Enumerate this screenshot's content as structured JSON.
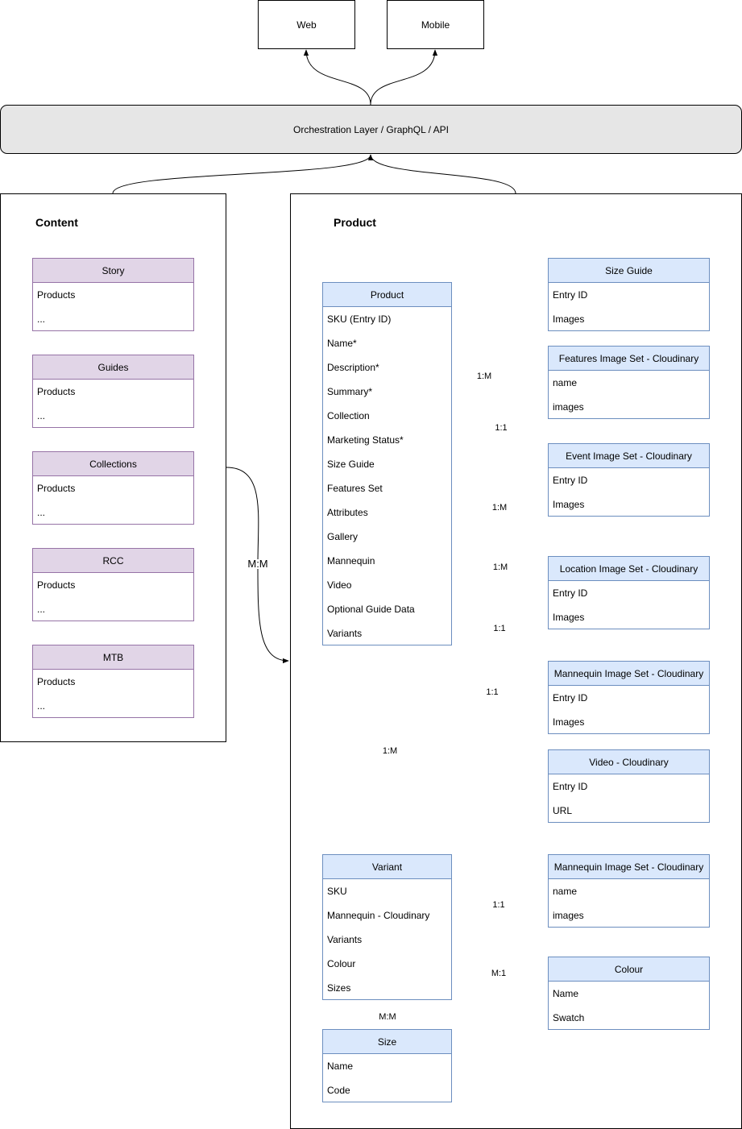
{
  "clients": {
    "web": "Web",
    "mobile": "Mobile"
  },
  "orchestration": "Orchestration Layer / GraphQL / API",
  "content": {
    "title": "Content",
    "entities": [
      {
        "title": "Story",
        "fields": [
          "Products",
          "..."
        ]
      },
      {
        "title": "Guides",
        "fields": [
          "Products",
          "..."
        ]
      },
      {
        "title": "Collections",
        "fields": [
          "Products",
          "..."
        ]
      },
      {
        "title": "RCC",
        "fields": [
          "Products",
          "..."
        ]
      },
      {
        "title": "MTB",
        "fields": [
          "Products",
          "..."
        ]
      }
    ]
  },
  "product_area": {
    "title": "Product"
  },
  "product": {
    "title": "Product",
    "fields": [
      "SKU (Entry ID)",
      "Name*",
      "Description*",
      "Summary*",
      "Collection",
      "Marketing Status*",
      "Size Guide",
      "Features Set",
      "Attributes",
      "Gallery",
      "Mannequin",
      "Video",
      "Optional Guide Data",
      "Variants"
    ]
  },
  "variant": {
    "title": "Variant",
    "fields": [
      "SKU",
      "Mannequin - Cloudinary",
      "Variants",
      "Colour",
      "Sizes"
    ]
  },
  "size": {
    "title": "Size",
    "fields": [
      "Name",
      "Code"
    ]
  },
  "side_entities": {
    "size_guide": {
      "title": "Size Guide",
      "fields": [
        "Entry ID",
        "Images"
      ]
    },
    "features_set": {
      "title": "Features Image Set - Cloudinary",
      "fields": [
        "name",
        "images"
      ]
    },
    "event_set": {
      "title": "Event Image Set - Cloudinary",
      "fields": [
        "Entry ID",
        "Images"
      ]
    },
    "location_set": {
      "title": "Location Image Set - Cloudinary",
      "fields": [
        "Entry ID",
        "Images"
      ]
    },
    "mannequin_set": {
      "title": "Mannequin Image Set - Cloudinary",
      "fields": [
        "Entry ID",
        "Images"
      ]
    },
    "video": {
      "title": "Video - Cloudinary",
      "fields": [
        "Entry ID",
        "URL"
      ]
    },
    "variant_mannequin": {
      "title": "Mannequin Image Set - Cloudinary",
      "fields": [
        "name",
        "images"
      ]
    },
    "colour": {
      "title": "Colour",
      "fields": [
        "Name",
        "Swatch"
      ]
    }
  },
  "relations": {
    "content_product": "M:M",
    "size_guide": "1:M",
    "features_set": "1:1",
    "event_set": "1:M",
    "location_set": "1:M",
    "mannequin_set": "1:1",
    "video": "1:1",
    "product_variant": "1:M",
    "variant_mannequin": "1:1",
    "colour": "M:1",
    "size": "M:M"
  }
}
